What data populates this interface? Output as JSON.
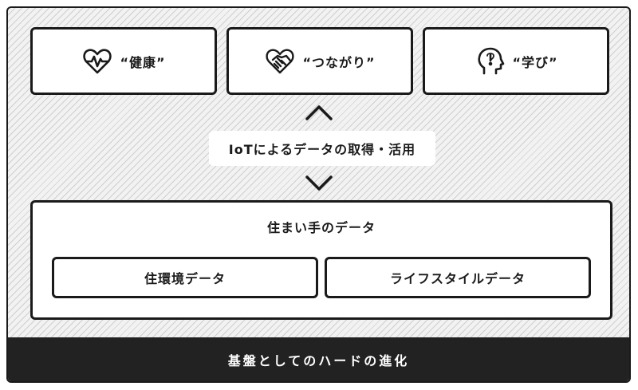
{
  "values": [
    {
      "label": "“健康”",
      "icon": "heart-pulse-icon"
    },
    {
      "label": "“つながり”",
      "icon": "heart-handshake-icon"
    },
    {
      "label": "“学び”",
      "icon": "head-idea-icon"
    }
  ],
  "middle": {
    "label": "IoTによるデータの取得・活用",
    "up_icon": "chevron-up-icon",
    "down_icon": "chevron-down-icon"
  },
  "resident_data": {
    "title": "住まい手のデータ",
    "items": [
      "住環境データ",
      "ライフスタイルデータ"
    ]
  },
  "foundation": {
    "label": "基盤としてのハードの進化"
  },
  "colors": {
    "ink": "#1a1a1a",
    "footer_bg": "#222222",
    "box_bg": "#ffffff",
    "hatch": "#cfcfcf"
  }
}
